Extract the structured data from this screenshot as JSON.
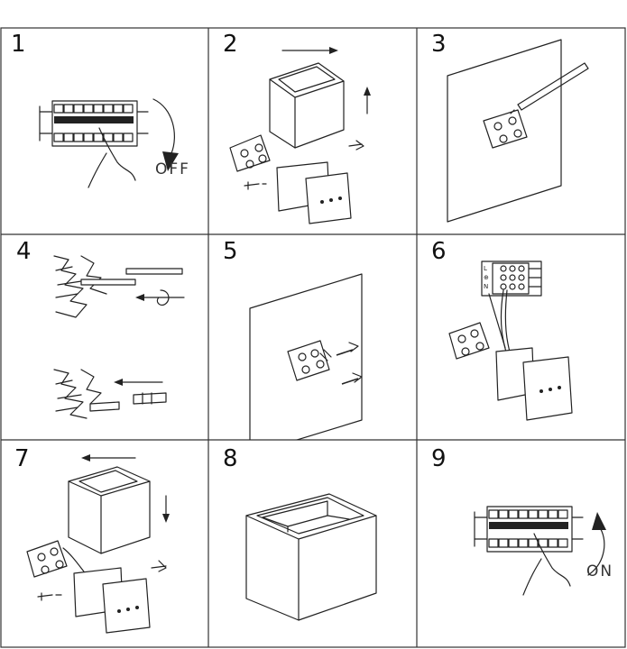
{
  "steps": [
    {
      "number": "1",
      "label": "OFF"
    },
    {
      "number": "2",
      "label": ""
    },
    {
      "number": "3",
      "label": ""
    },
    {
      "number": "4",
      "label": ""
    },
    {
      "number": "5",
      "label": ""
    },
    {
      "number": "6",
      "label": ""
    },
    {
      "number": "7",
      "label": ""
    },
    {
      "number": "8",
      "label": ""
    },
    {
      "number": "9",
      "label": "ON"
    }
  ],
  "wiring_terminals": [
    "L",
    "⊕",
    "N"
  ]
}
